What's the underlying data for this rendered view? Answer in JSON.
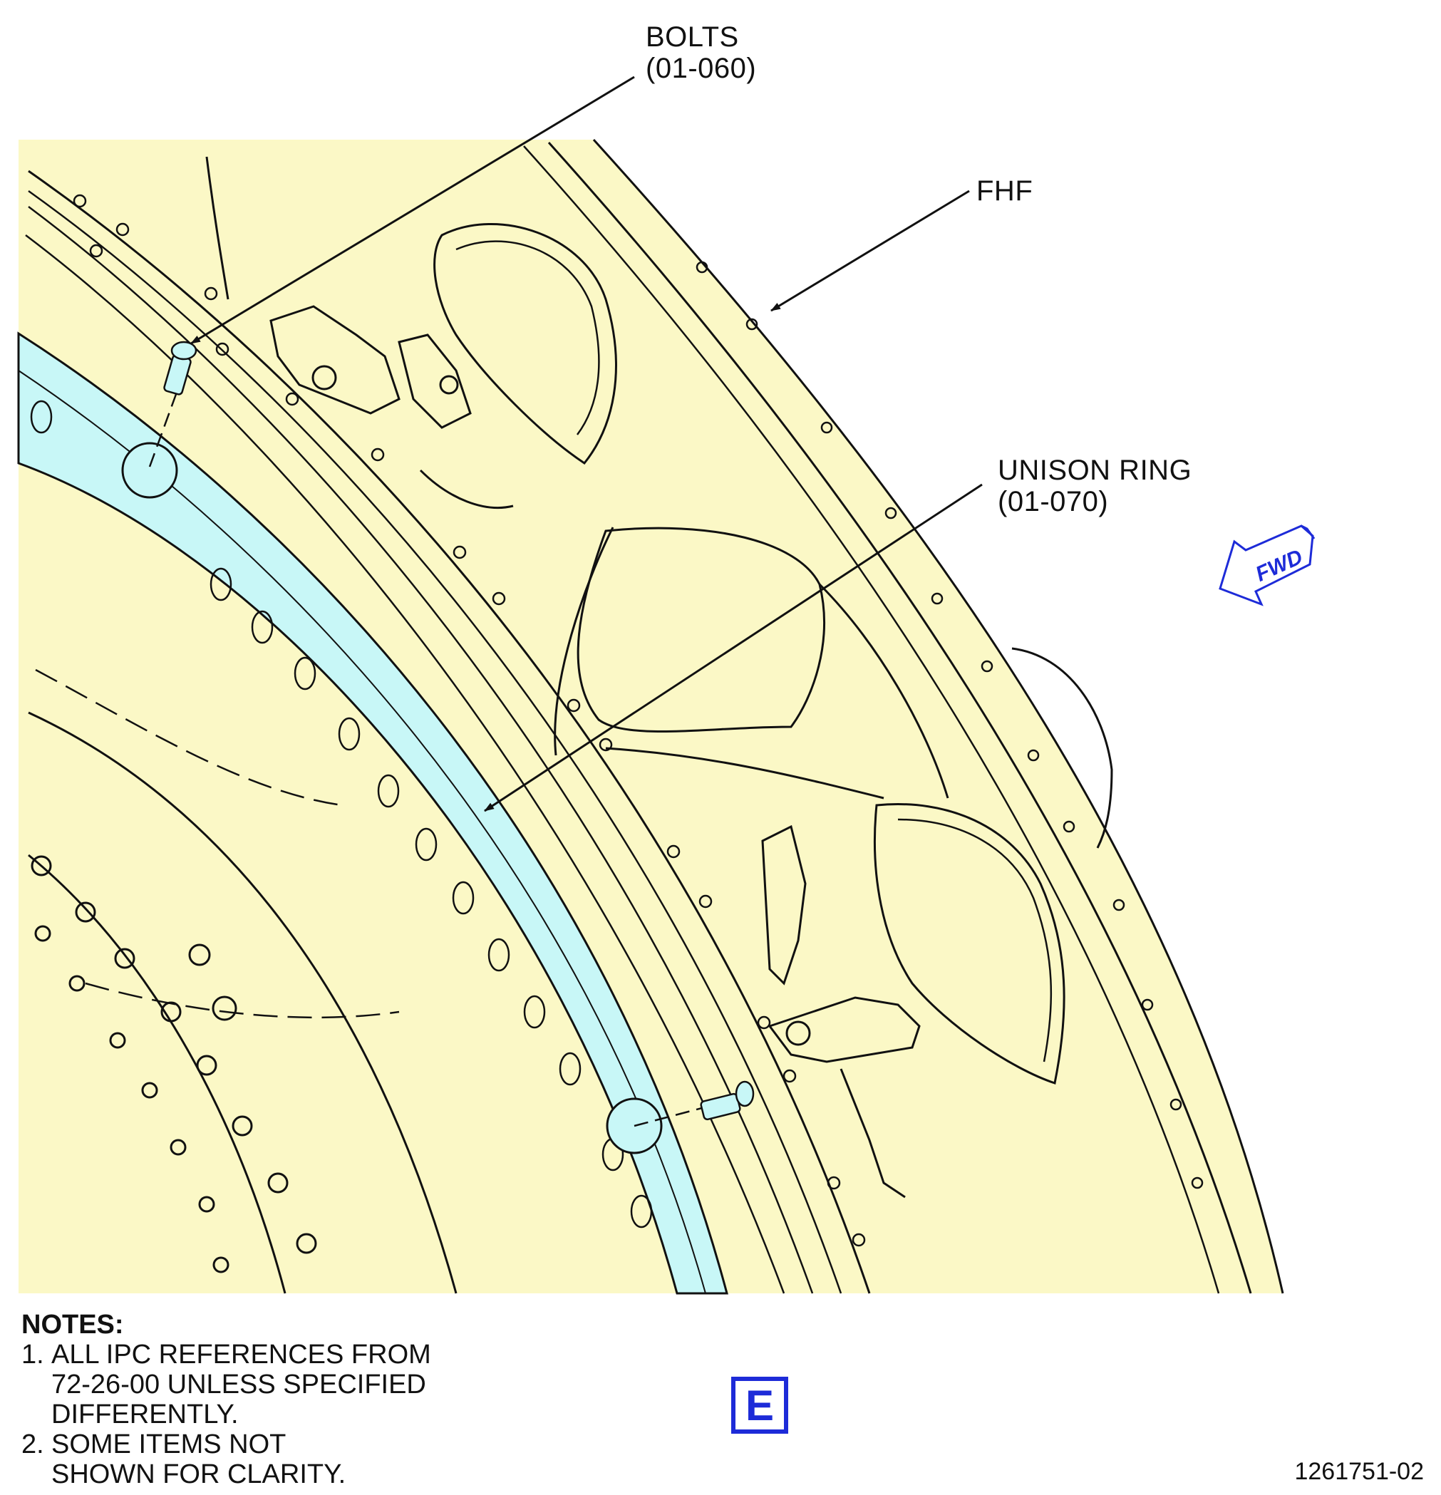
{
  "callouts": {
    "bolts": {
      "name": "BOLTS",
      "ref": "(01-060)"
    },
    "fhf": {
      "name": "FHF"
    },
    "unison_ring": {
      "name": "UNISON RING",
      "ref": "(01-070)"
    }
  },
  "direction_marker": {
    "label": "FWD",
    "color": "#1d2bd8"
  },
  "notes": {
    "heading": "NOTES:",
    "items": [
      {
        "num": "1.",
        "lines": [
          "ALL IPC REFERENCES FROM",
          "72-26-00 UNLESS SPECIFIED",
          "DIFFERENTLY."
        ]
      },
      {
        "num": "2.",
        "lines": [
          "SOME ITEMS NOT",
          "SHOWN FOR CLARITY."
        ]
      }
    ]
  },
  "view_label": {
    "text": "E",
    "color": "#1d2bd8"
  },
  "figure_id": "1261751-02",
  "colors": {
    "frame_fill": "#fbf8c6",
    "unison_ring_fill": "#c8f7f7",
    "line": "#111111",
    "accent": "#1d2bd8"
  }
}
